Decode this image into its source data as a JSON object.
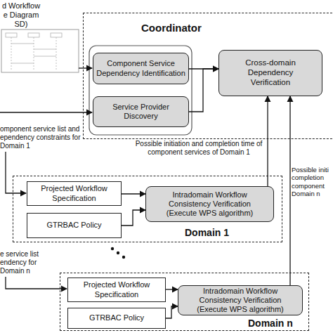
{
  "diagram": {
    "nodes": [
      {
        "text": [
          "Coordinator"
        ]
      },
      {
        "text": [
          "Component Service Dependency Identification"
        ],
        "in": 0
      },
      {
        "text": [
          "Service Provider Discovery"
        ],
        "in": 0
      },
      {
        "text": [
          "Cross-domain Dependency Verification"
        ],
        "in": 0
      },
      {
        "text": [
          "Domain 1"
        ]
      },
      {
        "text": [
          "Projected Workflow Specification"
        ],
        "in": 4
      },
      {
        "text": [
          "GTRBAC Policy"
        ],
        "in": 4
      },
      {
        "text": [
          "Intradomain Workflow Consistency Verification (Execute WPS algorithm)"
        ],
        "in": 4
      },
      {
        "text": [
          "Domain n"
        ]
      },
      {
        "text": [
          "Projected Workflow Specification"
        ],
        "in": 8
      },
      {
        "text": [
          "GTRBAC Policy"
        ],
        "in": 8
      },
      {
        "text": [
          "Intradomain Workflow Consistency Verification (Execute WPS algorithm)"
        ],
        "in": 8
      }
    ],
    "edges": [
      {
        "from": 1,
        "to": 3,
        "arrow": "to"
      },
      {
        "from": 2,
        "to": 3,
        "arrow": "to"
      },
      {
        "from": 5,
        "to": 7,
        "arrow": "to"
      },
      {
        "from": 6,
        "to": 7,
        "arrow": "to"
      },
      {
        "from": 7,
        "to": 3,
        "arrow": "to",
        "label": "Possible initiation and completion time of component services of Domain 1"
      },
      {
        "from": 9,
        "to": 11,
        "arrow": "to"
      },
      {
        "from": 10,
        "to": 11,
        "arrow": "to"
      },
      {
        "from": 11,
        "to": 3,
        "arrow": "to",
        "label": "Possible initi completion component Domain n"
      }
    ],
    "labels": [
      "d Workflow e Diagram SD)",
      "omponent service list and ependency constraints for Domain 1",
      "e service list endency for Domain n"
    ]
  }
}
